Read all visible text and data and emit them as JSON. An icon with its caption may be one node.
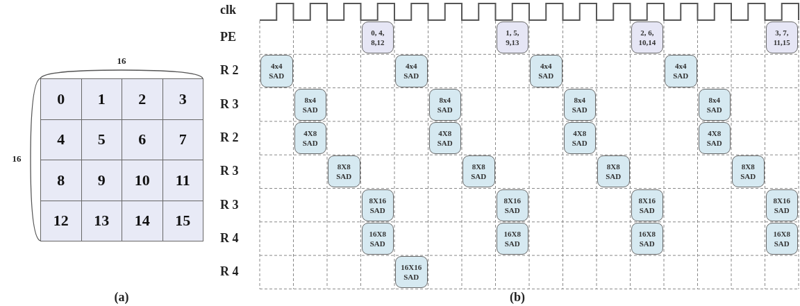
{
  "diagram": {
    "nodes": [
      {
        "text": [
          "0, 4, 8,12"
        ]
      },
      {
        "text": [
          "1, 5, 9,13"
        ]
      },
      {
        "text": [
          "2, 6, 10,14"
        ]
      },
      {
        "text": [
          "3, 7, 11,15"
        ]
      },
      {
        "text": [
          "4x4 SAD"
        ]
      },
      {
        "text": [
          "4x4 SAD"
        ]
      },
      {
        "text": [
          "4x4 SAD"
        ]
      },
      {
        "text": [
          "4x4 SAD"
        ]
      },
      {
        "text": [
          "8x4 SAD"
        ]
      },
      {
        "text": [
          "8x4 SAD"
        ]
      },
      {
        "text": [
          "8x4 SAD"
        ]
      },
      {
        "text": [
          "8x4 SAD"
        ]
      },
      {
        "text": [
          "4X8 SAD"
        ]
      },
      {
        "text": [
          "4X8 SAD"
        ]
      },
      {
        "text": [
          "4X8 SAD"
        ]
      },
      {
        "text": [
          "4X8 SAD"
        ]
      },
      {
        "text": [
          "8X8 SAD"
        ]
      },
      {
        "text": [
          "8X8 SAD"
        ]
      },
      {
        "text": [
          "8X8 SAD"
        ]
      },
      {
        "text": [
          "8X8 SAD"
        ]
      },
      {
        "text": [
          "8X16 SAD"
        ]
      },
      {
        "text": [
          "8X16 SAD"
        ]
      },
      {
        "text": [
          "8X16 SAD"
        ]
      },
      {
        "text": [
          "8X16 SAD"
        ]
      },
      {
        "text": [
          "16X8 SAD"
        ]
      },
      {
        "text": [
          "16X8 SAD"
        ]
      },
      {
        "text": [
          "16X8 SAD"
        ]
      },
      {
        "text": [
          "16X8 SAD"
        ]
      },
      {
        "text": [
          "16X16 SAD"
        ]
      }
    ],
    "edges": [],
    "labels": [
      "16",
      "16",
      "0",
      "1",
      "2",
      "3",
      "4",
      "5",
      "6",
      "7",
      "8",
      "9",
      "10",
      "11",
      "12",
      "13",
      "14",
      "15",
      "clk",
      "PE",
      "R 2",
      "R 3",
      "R 2",
      "R 3",
      "R 3",
      "R 4",
      "R 4",
      "(a)",
      "(b)"
    ]
  }
}
